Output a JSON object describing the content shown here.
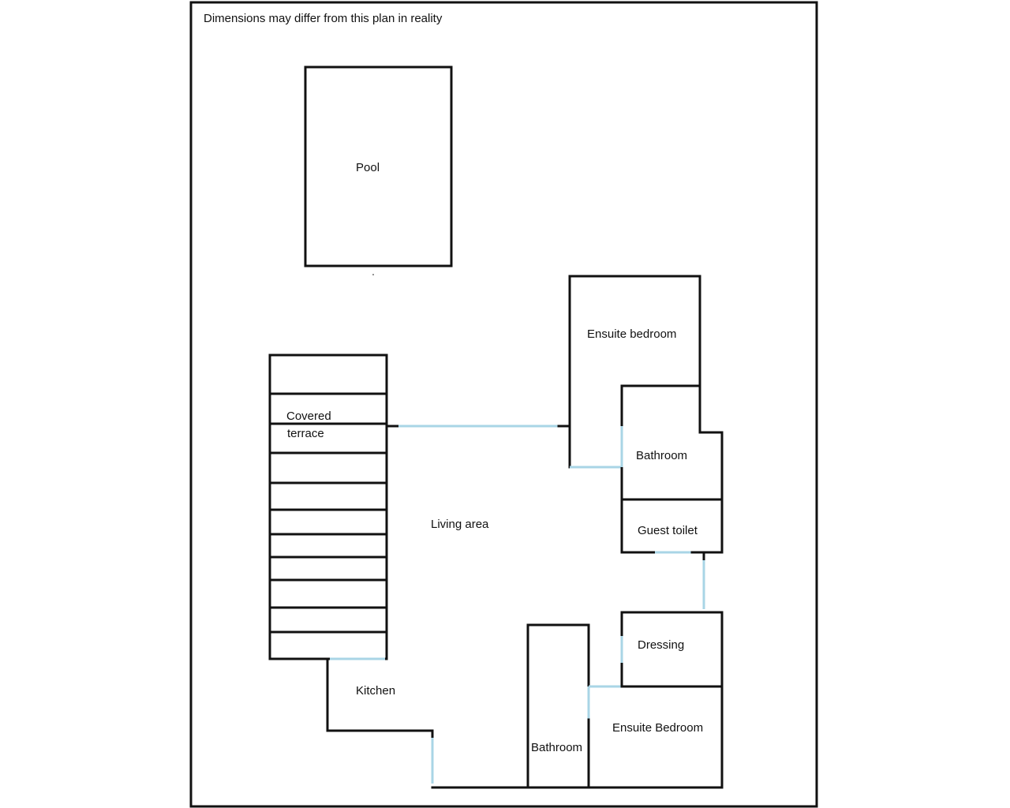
{
  "note": "Dimensions may differ from this plan in reality",
  "rooms": {
    "pool": "Pool",
    "ensuite_bedroom_top": "Ensuite bedroom",
    "covered_terrace_line1": "Covered",
    "covered_terrace_line2": "terrace",
    "bathroom_right": "Bathroom",
    "living_area": "Living area",
    "guest_toilet": "Guest toilet",
    "dressing": "Dressing",
    "kitchen": "Kitchen",
    "ensuite_bedroom_bottom": "Ensuite Bedroom",
    "bathroom_bottom": "Bathroom"
  },
  "colors": {
    "wall": "#111111",
    "door_opening": "#a9d5e6",
    "background": "#ffffff"
  }
}
